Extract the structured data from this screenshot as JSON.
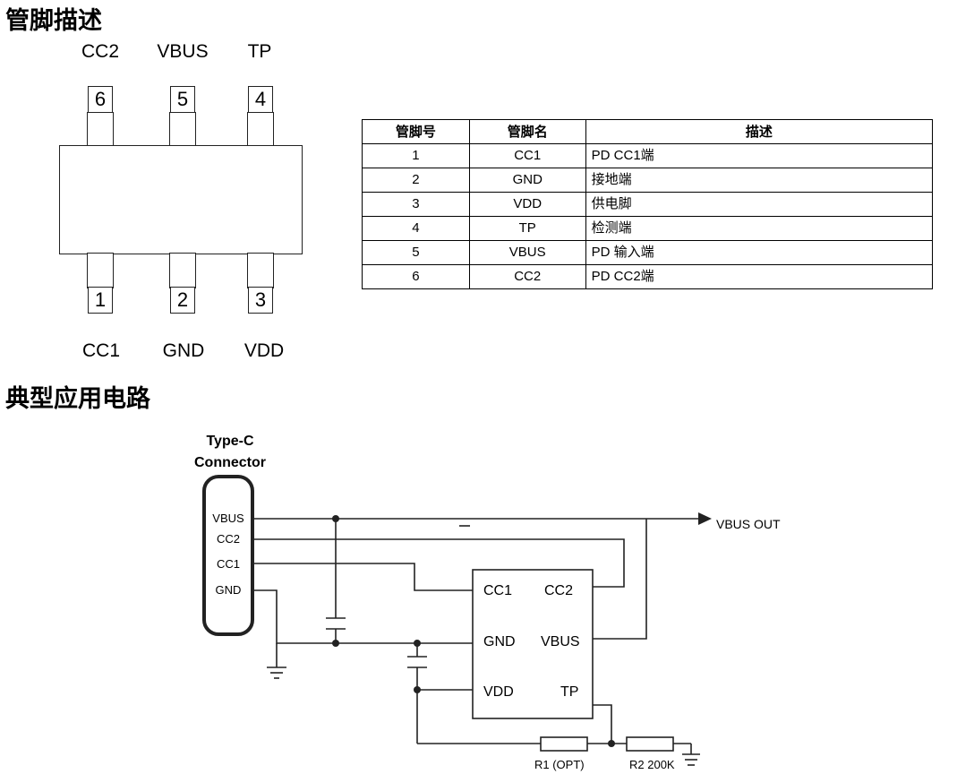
{
  "headings": {
    "pin_description": "管脚描述",
    "application_circuit": "典型应用电路"
  },
  "package": {
    "top_pins": [
      {
        "number": "6",
        "name": "CC2"
      },
      {
        "number": "5",
        "name": "VBUS"
      },
      {
        "number": "4",
        "name": "TP"
      }
    ],
    "bottom_pins": [
      {
        "number": "1",
        "name": "CC1"
      },
      {
        "number": "2",
        "name": "GND"
      },
      {
        "number": "3",
        "name": "VDD"
      }
    ]
  },
  "pin_table": {
    "headers": [
      "管脚号",
      "管脚名",
      "描述"
    ],
    "rows": [
      {
        "no": "1",
        "name": "CC1",
        "desc": "PD CC1端"
      },
      {
        "no": "2",
        "name": "GND",
        "desc": "接地端"
      },
      {
        "no": "3",
        "name": "VDD",
        "desc": "供电脚"
      },
      {
        "no": "4",
        "name": "TP",
        "desc": "检测端"
      },
      {
        "no": "5",
        "name": "VBUS",
        "desc": "PD 输入端"
      },
      {
        "no": "6",
        "name": "CC2",
        "desc": "PD CC2端"
      }
    ]
  },
  "circuit": {
    "connector_title_1": "Type-C",
    "connector_title_2": "Connector",
    "connector_pins": [
      "VBUS",
      "CC2",
      "CC1",
      "GND"
    ],
    "ic_pins": {
      "cc1": "CC1",
      "cc2": "CC2",
      "gnd": "GND",
      "vbus": "VBUS",
      "vdd": "VDD",
      "tp": "TP"
    },
    "vbus_out": "VBUS OUT",
    "r1_label": "R1 (OPT)",
    "r2_label": "R2 200K"
  }
}
